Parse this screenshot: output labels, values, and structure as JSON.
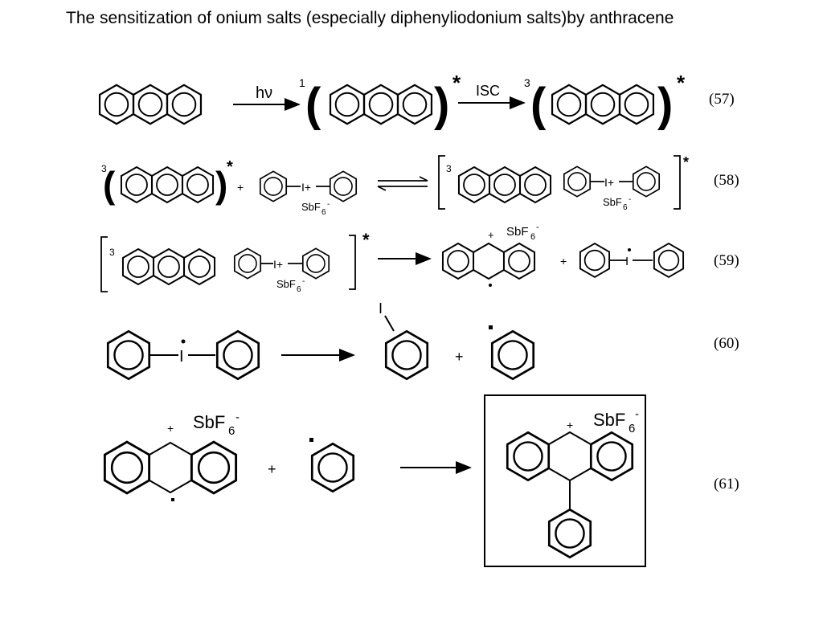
{
  "slide": {
    "title": "The sensitization of onium salts (especially diphenyliodonium  salts)by anthracene"
  },
  "scheme": {
    "labels": {
      "hv": "hν",
      "isc": "ISC",
      "singlet": "1",
      "triplet": "3",
      "star": "*",
      "plus": "+",
      "cation": "+",
      "radical": "·",
      "iodonium": "I+",
      "iodine": "I",
      "counterion_main": "SbF",
      "counterion_sub": "6",
      "counterion_sup": "-"
    },
    "equations": [
      "(57)",
      "(58)",
      "(59)",
      "(60)",
      "(61)"
    ]
  }
}
